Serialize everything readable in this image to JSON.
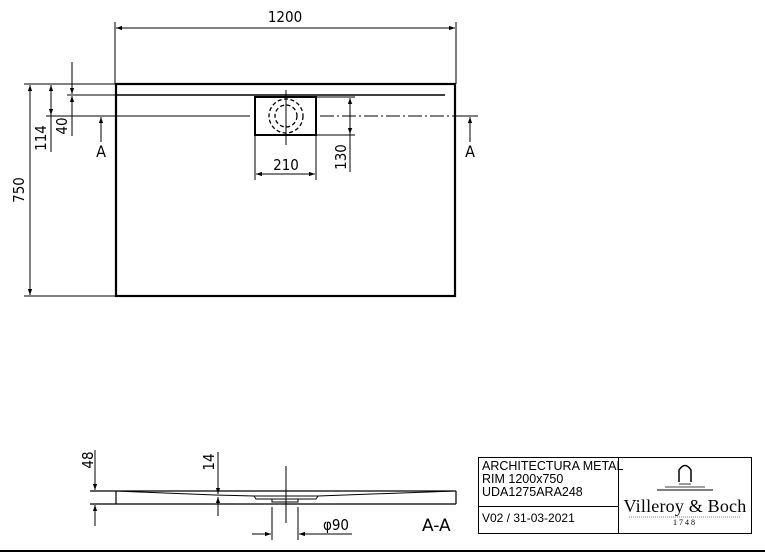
{
  "drawing": {
    "type": "technical-drawing",
    "subject": "shower tray plan and section"
  },
  "plan_view": {
    "dimensions": {
      "width": "1200",
      "depth": "750",
      "drain_offset": "114",
      "edge_offset": "40",
      "drain_box_width": "210",
      "drain_box_depth": "130"
    },
    "section_markers": {
      "left": "A",
      "right": "A"
    }
  },
  "section_view": {
    "label": "A-A",
    "dimensions": {
      "total_height": "48",
      "rim_height": "14",
      "drain_diameter": "φ90"
    }
  },
  "title_block": {
    "product_name": "ARCHITECTURA METAL",
    "product_line2": "RIM 1200x750",
    "article_number": "UDA1275ARA248",
    "version": "V02 / 31-03-2021",
    "brand": "Villeroy & Boch",
    "brand_year": "1748"
  },
  "colors": {
    "line": "#000000",
    "background": "#ffffff"
  }
}
